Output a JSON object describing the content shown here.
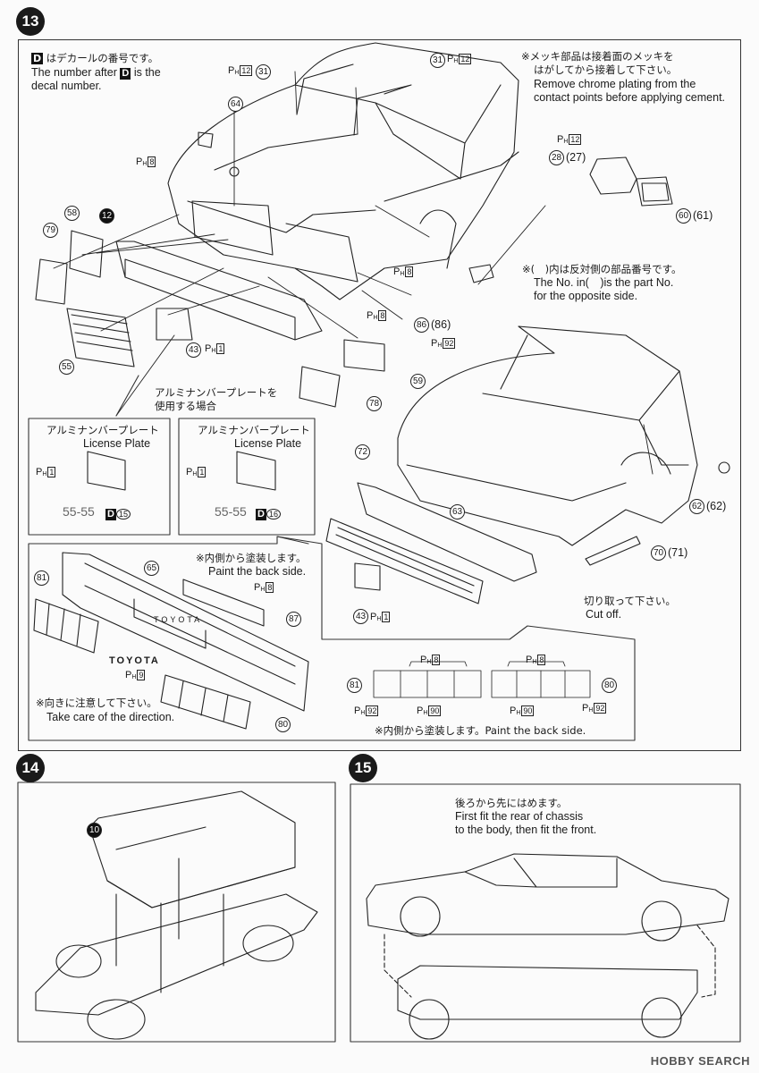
{
  "steps": {
    "s13": "13",
    "s14": "14",
    "s15": "15"
  },
  "notes": {
    "decal_jp": "はデカールの番号です。",
    "decal_en1": "The number after",
    "decal_en2": "is the",
    "decal_en3": "decal number.",
    "chrome_jp1": "※メッキ部品は接着面のメッキを",
    "chrome_jp2": "はがしてから接着して下さい。",
    "chrome_en1": "Remove chrome plating from the",
    "chrome_en2": "contact points before applying cement.",
    "opposite_jp": "※(　)内は反対側の部品番号です。",
    "opposite_en1": "The No. in(　)is the part No.",
    "opposite_en2": "for the opposite side.",
    "alu_jp1": "アルミナンバープレートを",
    "alu_jp2": "使用する場合",
    "plate1_jp": "アルミナンバープレート",
    "plate1_en": "License Plate",
    "plate2_jp": "アルミナンバープレート",
    "plate2_en": "License Plate",
    "paint_back_jp": "※内側から塗装します。",
    "paint_back_en": "Paint the back side.",
    "toyota": "TOYOTA",
    "direction_jp": "※向きに注意して下さい。",
    "direction_en": "Take care of the direction.",
    "paint_back2": "※内側から塗装します。Paint the back side.",
    "cutoff_jp": "切り取って下さい。",
    "cutoff_en": "Cut off.",
    "fit_jp": "後ろから先にはめます。",
    "fit_en1": "First fit the rear of chassis",
    "fit_en2": "to the body, then fit the front."
  },
  "decal_letter": "D",
  "plate_text": "55-55",
  "decals": {
    "d1": "15",
    "d2": "16"
  },
  "parts": {
    "p31a": "31",
    "p31b": "31",
    "p64": "64",
    "p12": "12",
    "p58": "58",
    "p79": "79",
    "p55": "55",
    "p43": "43",
    "p86": "86",
    "p86o": "(86)",
    "p59": "59",
    "p78": "78",
    "p28": "28",
    "p27": "(27)",
    "p60": "60",
    "p61": "(61)",
    "p72": "72",
    "p63": "63",
    "p62": "62",
    "p62o": "(62)",
    "p70": "70",
    "p71": "(71)",
    "p43b": "43",
    "p81": "81",
    "p65": "65",
    "p87": "87",
    "p80": "80",
    "p81b": "81",
    "p80b": "80",
    "p10": "10"
  },
  "paints": {
    "ph12a": "12",
    "ph12b": "12",
    "ph8a": "8",
    "ph8b": "8",
    "ph8c": "8",
    "ph1a": "1",
    "ph92a": "92",
    "ph12c": "12",
    "ph1b": "1",
    "ph1c": "1",
    "ph1d": "1",
    "ph8d": "8",
    "ph9": "9",
    "ph8e": "8",
    "ph8f": "8",
    "ph92b": "92",
    "ph90a": "90",
    "ph90b": "90",
    "ph92c": "92"
  },
  "ph_prefix": "P",
  "ph_sub": "H",
  "watermark": "HOBBY SEARCH"
}
